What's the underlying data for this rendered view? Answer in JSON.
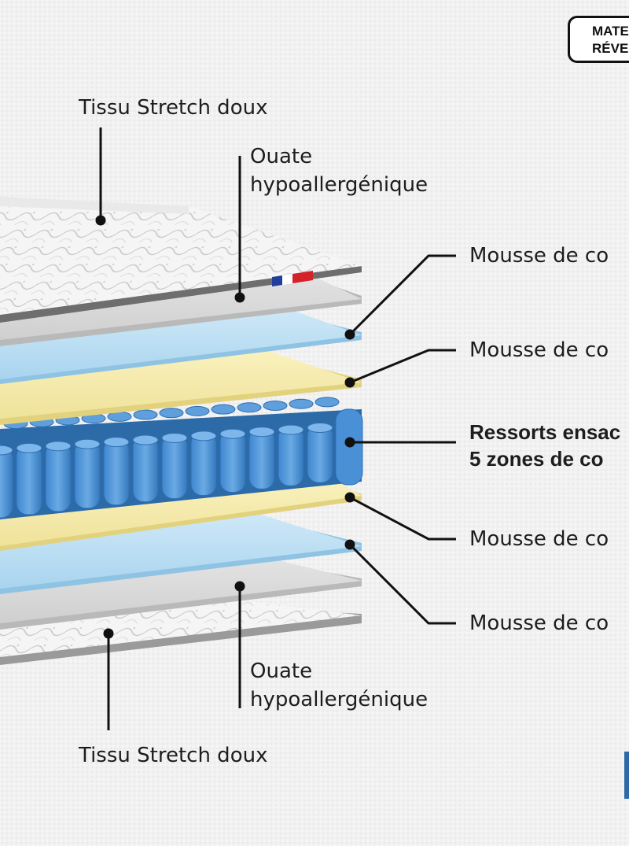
{
  "badge": {
    "line1": "MATE",
    "line2": "RÉVERS"
  },
  "labels": {
    "top_fabric": "Tissu Stretch doux",
    "top_wadding_l1": "Ouate",
    "top_wadding_l2": "hypoallergénique",
    "foam_1": "Mousse de co",
    "foam_2": "Mousse de co",
    "springs_l1": "Ressorts ensac",
    "springs_l2": "5 zones de co",
    "foam_3": "Mousse de co",
    "foam_4": "Mousse de co",
    "bottom_wadding_l1": "Ouate",
    "bottom_wadding_l2": "hypoallergénique",
    "bottom_fabric": "Tissu Stretch doux"
  },
  "colors": {
    "quilt": "#f4f4f4",
    "wadding": "#dcdcdc",
    "blue_foam": "#bfe0f3",
    "yellow_foam": "#f7eeb0",
    "spring": "#4a90d6",
    "spring_dark": "#2f6fb3",
    "leader": "#111111",
    "flag_blue": "#1f3f9a",
    "flag_red": "#d3222a"
  }
}
